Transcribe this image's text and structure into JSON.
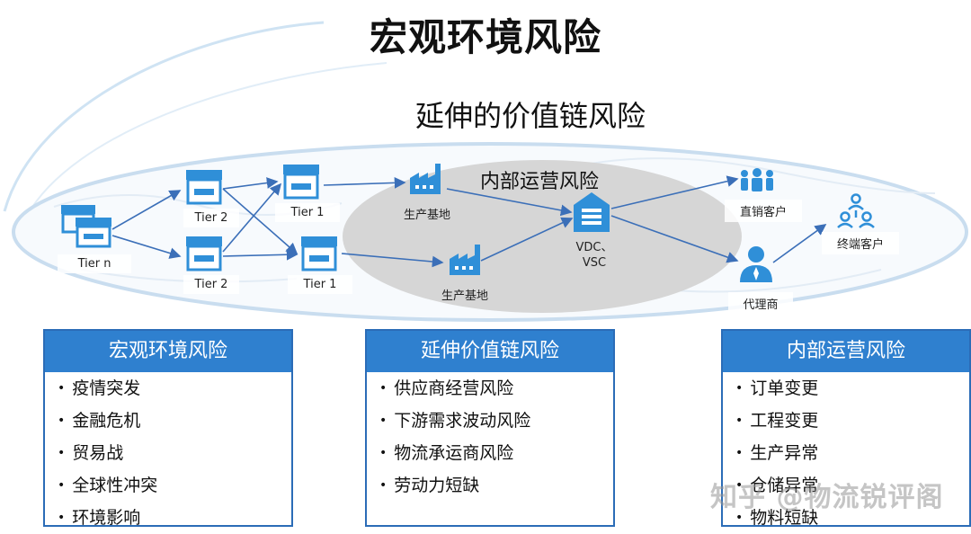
{
  "titles": {
    "macro": "宏观环境风险",
    "extended": "延伸的价值链风险",
    "internal": "内部运营风险"
  },
  "nodes": {
    "tier_n": "Tier n",
    "tier2_top": "Tier 2",
    "tier2_bottom": "Tier 2",
    "tier1_top": "Tier 1",
    "tier1_bottom": "Tier 1",
    "plant_top": "生产基地",
    "plant_bottom": "生产基地",
    "vdc_line1": "VDC、",
    "vdc_line2": "VSC",
    "direct_customer": "直销客户",
    "agent": "代理商",
    "end_customer": "终端客户"
  },
  "boxes": [
    {
      "title": "宏观环境风险",
      "items": [
        "疫情突发",
        "金融危机",
        "贸易战",
        "全球性冲突",
        "环境影响"
      ]
    },
    {
      "title": "延伸价值链风险",
      "items": [
        "供应商经营风险",
        "下游需求波动风险",
        "物流承运商风险",
        "劳动力短缺"
      ]
    },
    {
      "title": "内部运营风险",
      "items": [
        "订单变更",
        "工程变更",
        "生产异常",
        "仓储异常",
        "物料短缺"
      ]
    }
  ],
  "watermark": "知乎 @物流锐评阁",
  "colors": {
    "accent": "#2f80cf",
    "icon": "#2f8fd8",
    "ellipse": "#d0d0d0",
    "arrow": "#3b6fb8"
  }
}
